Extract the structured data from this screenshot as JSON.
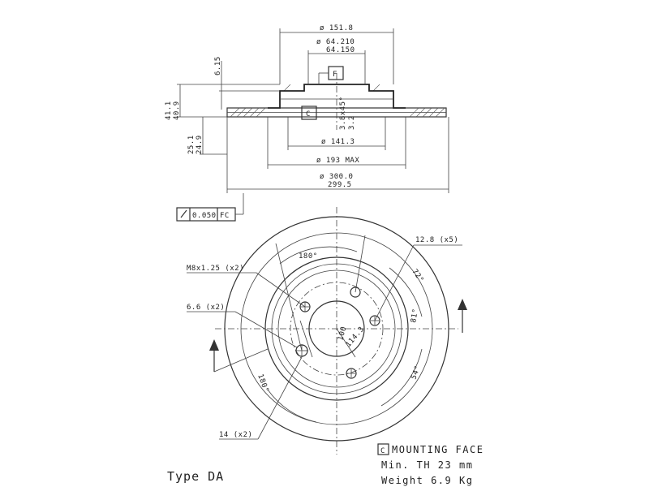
{
  "section_view": {
    "dia_outer_hat": "ø 151.8",
    "dia_center_bore_max": "ø 64.210",
    "dia_center_bore_min": "64.150",
    "hat_step": "6.15",
    "height_max": "41.1",
    "height_min": "40.9",
    "offset_max": "25.1",
    "offset_min": "24.9",
    "chamfer_a": "3.8x45°",
    "chamfer_b": "3.2",
    "datum_f": "F",
    "datum_c": "C",
    "dia_inner_ring": "ø 141.3",
    "dia_max": "ø 193 MAX",
    "dia_disc_max": "ø 300.0",
    "dia_disc_min": "299.5",
    "runout_value": "0.050",
    "runout_datum": "FC"
  },
  "front_view": {
    "angle_top": "180°",
    "angle_bottom": "180°",
    "angle_72": "72°",
    "angle_81": "81°",
    "angle_54": "54°",
    "thread": "M8x1.25 (x2)",
    "hole_66": "6.6 (x2)",
    "hole_14": "14 (x2)",
    "hole_128": "12.8 (x5)",
    "pcd": "114.3",
    "radius_100": "100"
  },
  "notes": {
    "mounting_box": "C",
    "mounting_text": "MOUNTING FACE",
    "min_th": "Min. TH 23  mm",
    "weight": "Weight 6.9 Kg"
  },
  "type_label": "Type DA"
}
